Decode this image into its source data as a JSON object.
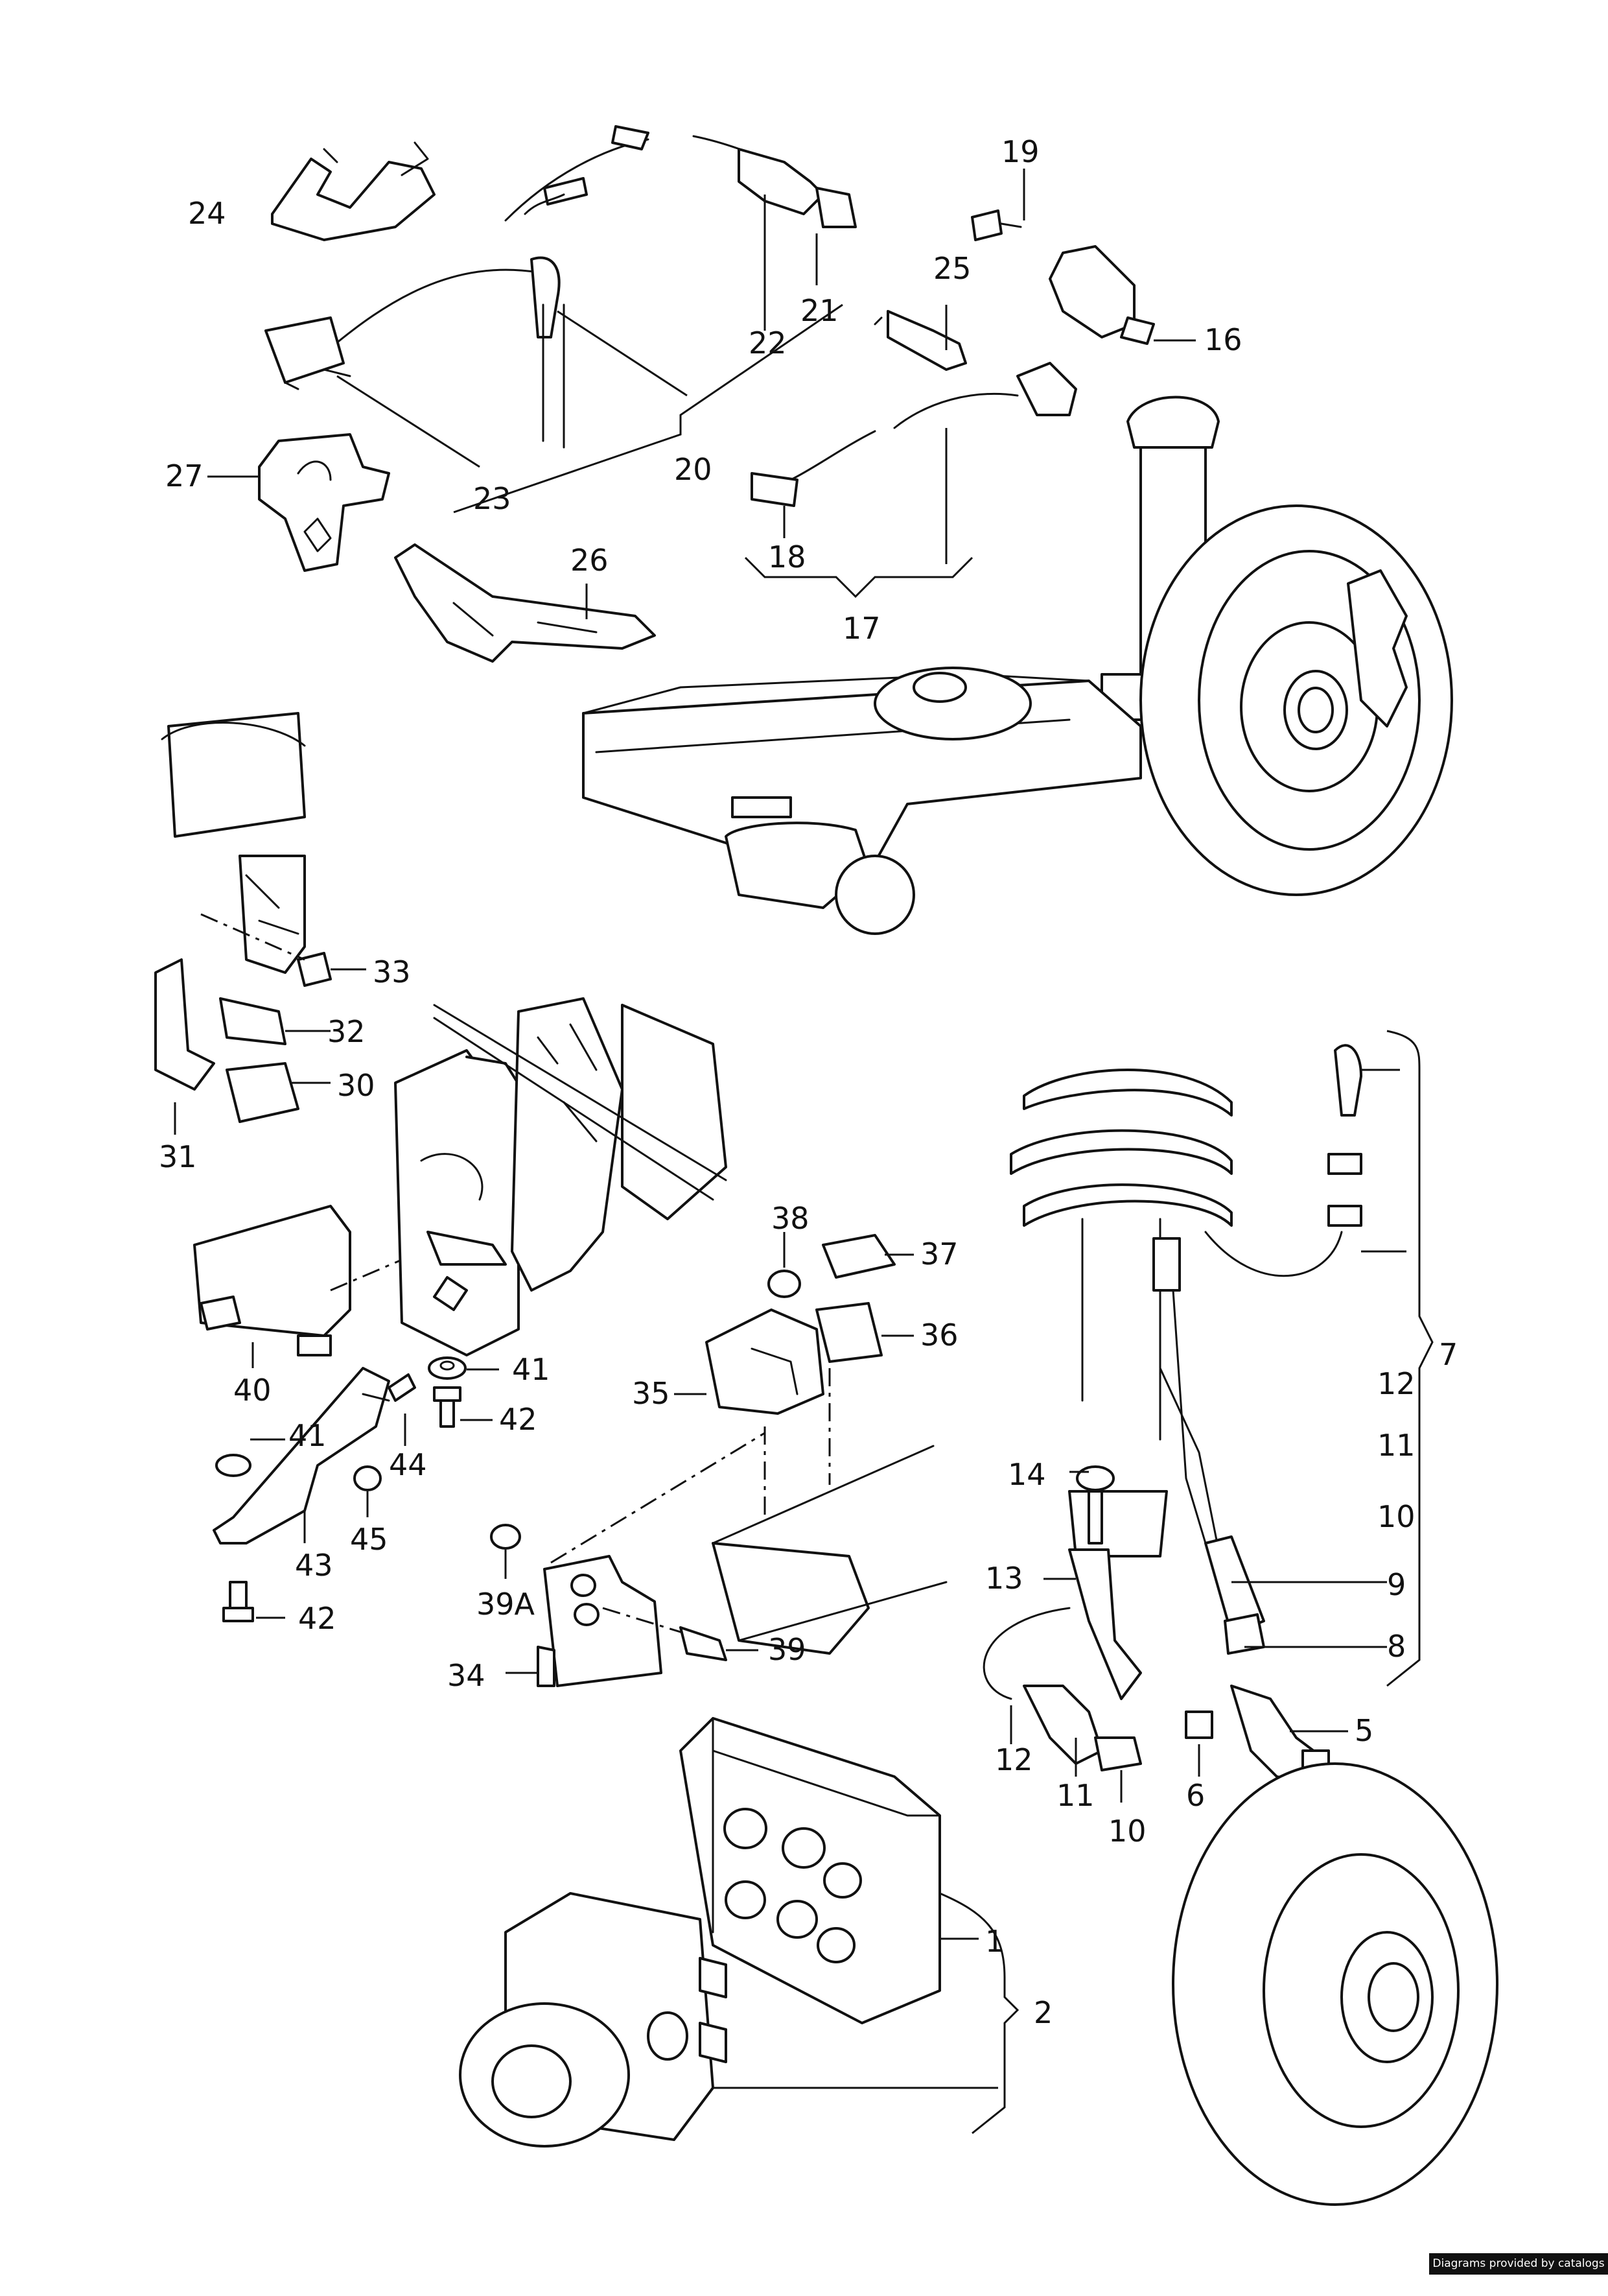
{
  "labels": {
    "l1": "1",
    "l2": "2",
    "l5": "5",
    "l6": "6",
    "l7": "7",
    "l8": "8",
    "l9": "9",
    "l10a": "10",
    "l10b": "10",
    "l11a": "11",
    "l11b": "11",
    "l12a": "12",
    "l12b": "12",
    "l13": "13",
    "l14": "14",
    "l16": "16",
    "l17": "17",
    "l18": "18",
    "l19": "19",
    "l20": "20",
    "l21": "21",
    "l22": "22",
    "l23": "23",
    "l24": "24",
    "l25": "25",
    "l26": "26",
    "l27": "27",
    "l30": "30",
    "l31": "31",
    "l32": "32",
    "l33": "33",
    "l34": "34",
    "l35": "35",
    "l36": "36",
    "l37": "37",
    "l38": "38",
    "l39": "39",
    "l39a": "39A",
    "l40": "40",
    "l41a": "41",
    "l41b": "41",
    "l42a": "42",
    "l42b": "42",
    "l43": "43",
    "l44": "44",
    "l45": "45"
  },
  "credit": "Diagrams provided by catalogs parts",
  "colors": {
    "line": "#111111",
    "background": "#ffffff",
    "credit_bg": "#111111",
    "credit_text": "#ffffff"
  }
}
